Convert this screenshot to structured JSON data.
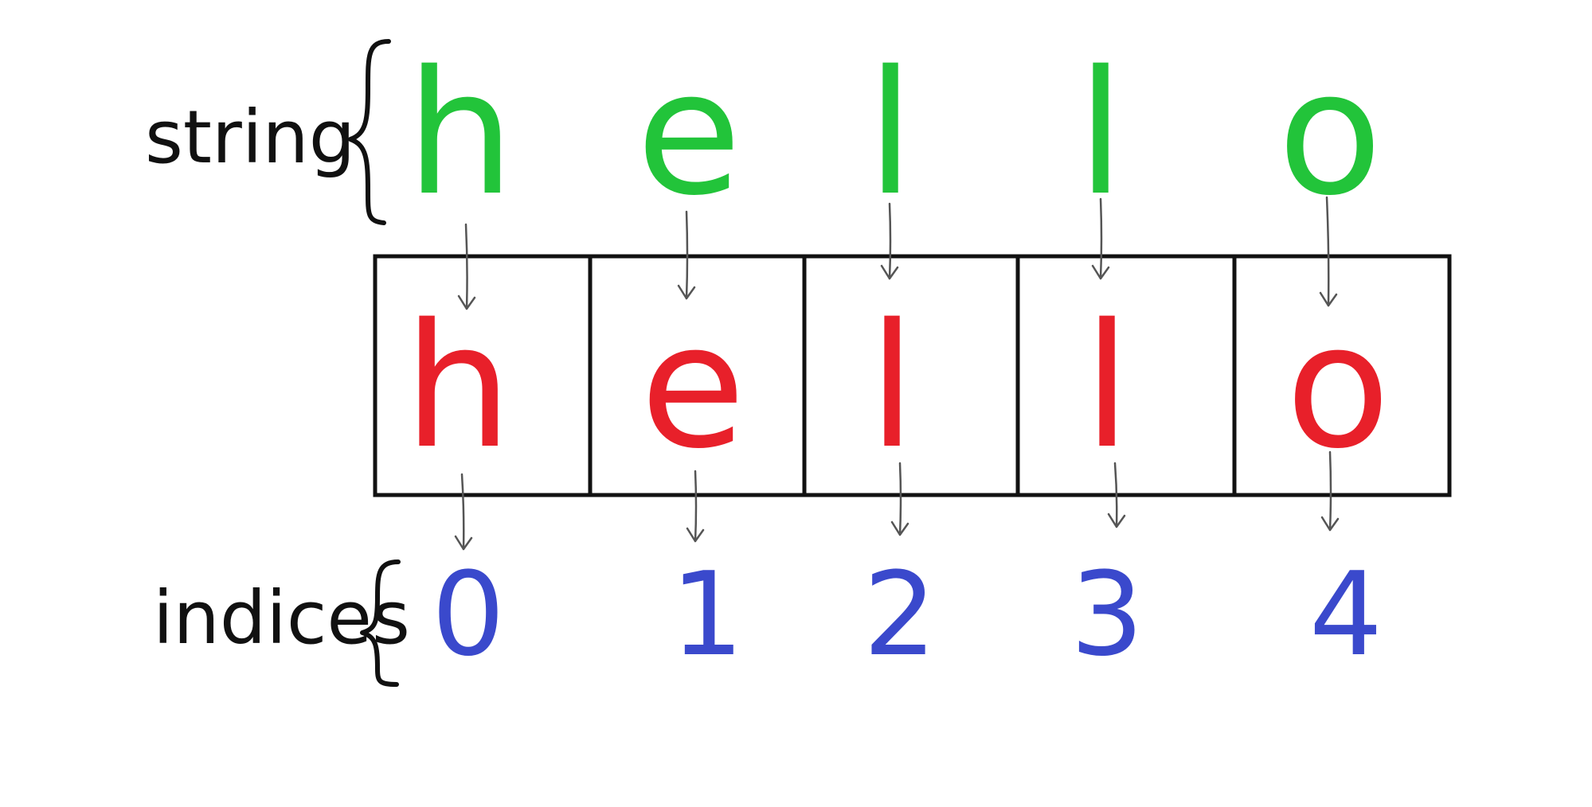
{
  "labels": {
    "string": "string",
    "indices": "indices"
  },
  "string_chars": [
    "h",
    "e",
    "l",
    "l",
    "o"
  ],
  "cells": [
    "h",
    "e",
    "l",
    "l",
    "o"
  ],
  "indices": [
    "0",
    "1",
    "2",
    "3",
    "4"
  ],
  "colors": {
    "string": "#22c43a",
    "cells": "#e8202a",
    "indices": "#3a49cc",
    "ink": "#111111",
    "arrows": "#555555"
  }
}
